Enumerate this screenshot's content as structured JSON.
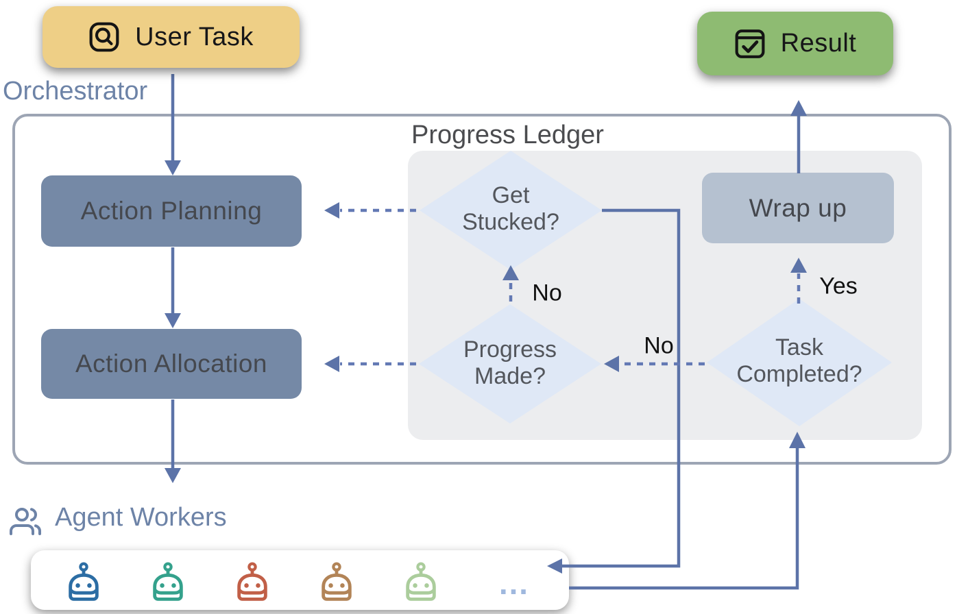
{
  "colors": {
    "gold": "#EECF86",
    "green": "#8EBB72",
    "steel": "#7589A6",
    "wrapup": "#B5C1D0",
    "diamond": "#DFE8F6",
    "panel": "#ECEDEF",
    "frame": "#9DA5B4",
    "arrow": "#5C73A8",
    "dash": "#6379B4",
    "blueLabel": "#6D83A7",
    "titleGray": "#4B4C4F",
    "boxText": "#45484E",
    "darkText": "#161618",
    "diamondText": "#53565C",
    "ellipsis": "#9FB8DE"
  },
  "user_task": {
    "label": "User Task"
  },
  "result": {
    "label": "Result"
  },
  "orchestrator": {
    "label": "Orchestrator"
  },
  "progress_ledger": {
    "label": "Progress Ledger"
  },
  "boxes": {
    "action_planning": "Action Planning",
    "action_allocation": "Action Allocation",
    "wrap_up": "Wrap up"
  },
  "diamonds": {
    "get_stucked": {
      "line1": "Get",
      "line2": "Stucked?"
    },
    "progress_made": {
      "line1": "Progress",
      "line2": "Made?"
    },
    "task_completed": {
      "line1": "Task",
      "line2": "Completed?"
    }
  },
  "edge_labels": {
    "no_progress_to_stuck": "No",
    "no_completed_to_progress": "No",
    "yes_completed_to_wrap": "Yes"
  },
  "agent_workers": {
    "label": "Agent Workers",
    "more_label": "…",
    "robot_colors": [
      "#2C6DA4",
      "#34A18C",
      "#C15F47",
      "#B28457",
      "#ABCD9C"
    ]
  }
}
